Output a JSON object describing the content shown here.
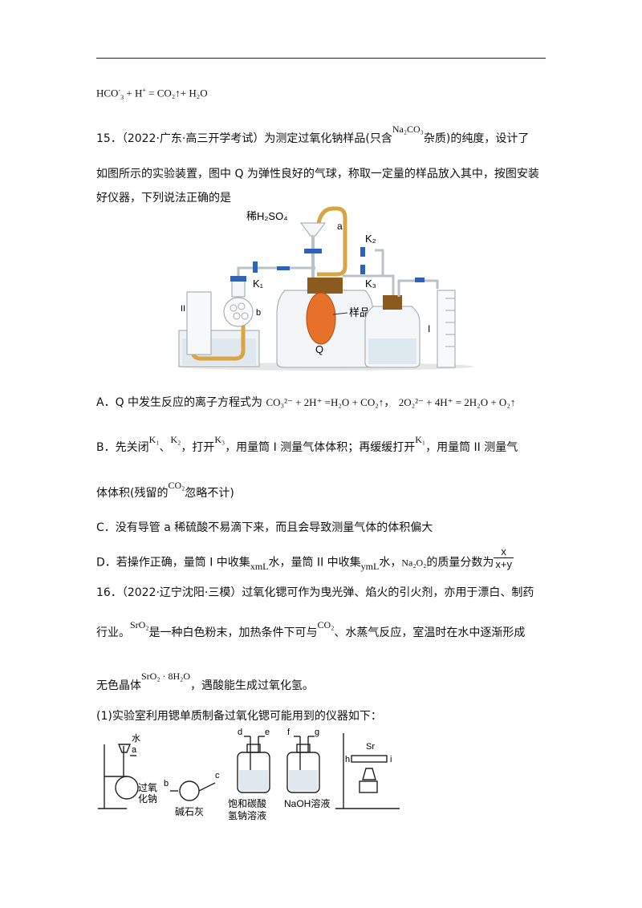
{
  "header_rule": true,
  "prev_answer": {
    "eq_left": "HCO",
    "eq_left_sup": "-",
    "eq_left_sub": "3",
    "eq_mid": "+ H",
    "eq_mid_sup": "+",
    "eq_right": "= CO₂↑+ H₂O"
  },
  "q15": {
    "number": "15．",
    "source": "（2022·广东·高三开学考试）",
    "line1a": "为测定过氧化钠样品(只含",
    "impurity_formula": "Na₂CO₃",
    "line1b": "杂质)的纯度，设计了",
    "line2": "如图所示的实验装置，图中 Q 为弹性良好的气球，称取一定量的样品放入其中，按图安装",
    "line3": "好仪器，下列说法正确的是",
    "figure_labels": {
      "acid": "稀H₂SO₄",
      "tube_a": "a",
      "k1": "K₁",
      "k2": "K₂",
      "k3": "K₃",
      "b": "b",
      "cyl2": "II",
      "cyl1": "I",
      "sample": "样品",
      "q": "Q"
    },
    "optA_prefix": "A．Q 中发生反应的离子方程式为",
    "optA_eq1": "CO₃²⁻ + 2H⁺ =H₂O + CO₂↑",
    "optA_sep": "，",
    "optA_eq2": "2O₂²⁻ + 4H⁺ = 2H₂O + O₂↑",
    "optB_1": "B．先关闭",
    "optB_k1": "K₁",
    "optB_2": "、",
    "optB_k2": "K₂",
    "optB_3": "，打开",
    "optB_k3": "K₃",
    "optB_4": "，用量筒 I 测量气体体积；再缓缓打开",
    "optB_k1b": "K₁",
    "optB_5": "，用量筒 II 测量气",
    "optB_line2a": "体体积(残留的",
    "optB_co2": "CO₂",
    "optB_line2b": "忽略不计)",
    "optC": "C．没有导管 a 稀硫酸不易滴下来，而且会导致测量气体的体积偏大",
    "optD_1": "D．若操作正确，量筒 I 中收集",
    "optD_x": "xmL",
    "optD_2": "水，量筒 II 中收集",
    "optD_y": "ymL",
    "optD_3": "水，",
    "optD_na2o2": "Na₂O₂",
    "optD_4": "的质量分数为",
    "optD_num": "x",
    "optD_den": "x+y"
  },
  "q16": {
    "number": "16．",
    "source": "（2022·辽宁沈阳·三模）",
    "line1": "过氧化锶可作为曳光弹、焰火的引火剂，亦用于漂白、制药",
    "line2a": "行业。",
    "sro2": "SrO₂",
    "line2b": "是一种白色粉末，加热条件下可与",
    "co2": "CO₂",
    "line2c": "、水蒸气反应，室温时在水中逐渐形成",
    "line3a": "无色晶体",
    "hydrate": "SrO₂ · 8H₂O",
    "line3b": "，遇酸能生成过氧化氢。",
    "sub1": "(1)实验室利用锶单质制备过氧化锶可能用到的仪器如下：",
    "figure_labels": {
      "water": "水",
      "a": "a",
      "na2o2_1": "过氧",
      "na2o2_2": "化钠",
      "b": "b",
      "c": "c",
      "soda_lime": "碱石灰",
      "d": "d",
      "e": "e",
      "nahco3_1": "饱和碳酸",
      "nahco3_2": "氢钠溶液",
      "f": "f",
      "g": "g",
      "naoh": "NaOH溶液",
      "sr": "Sr",
      "h": "h",
      "i": "i"
    }
  },
  "colors": {
    "balloon": "#e8712a",
    "tube": "#d9a441",
    "stopper": "#8a5a1e",
    "valve": "#2d63b8",
    "glass": "#b9c2c8"
  }
}
